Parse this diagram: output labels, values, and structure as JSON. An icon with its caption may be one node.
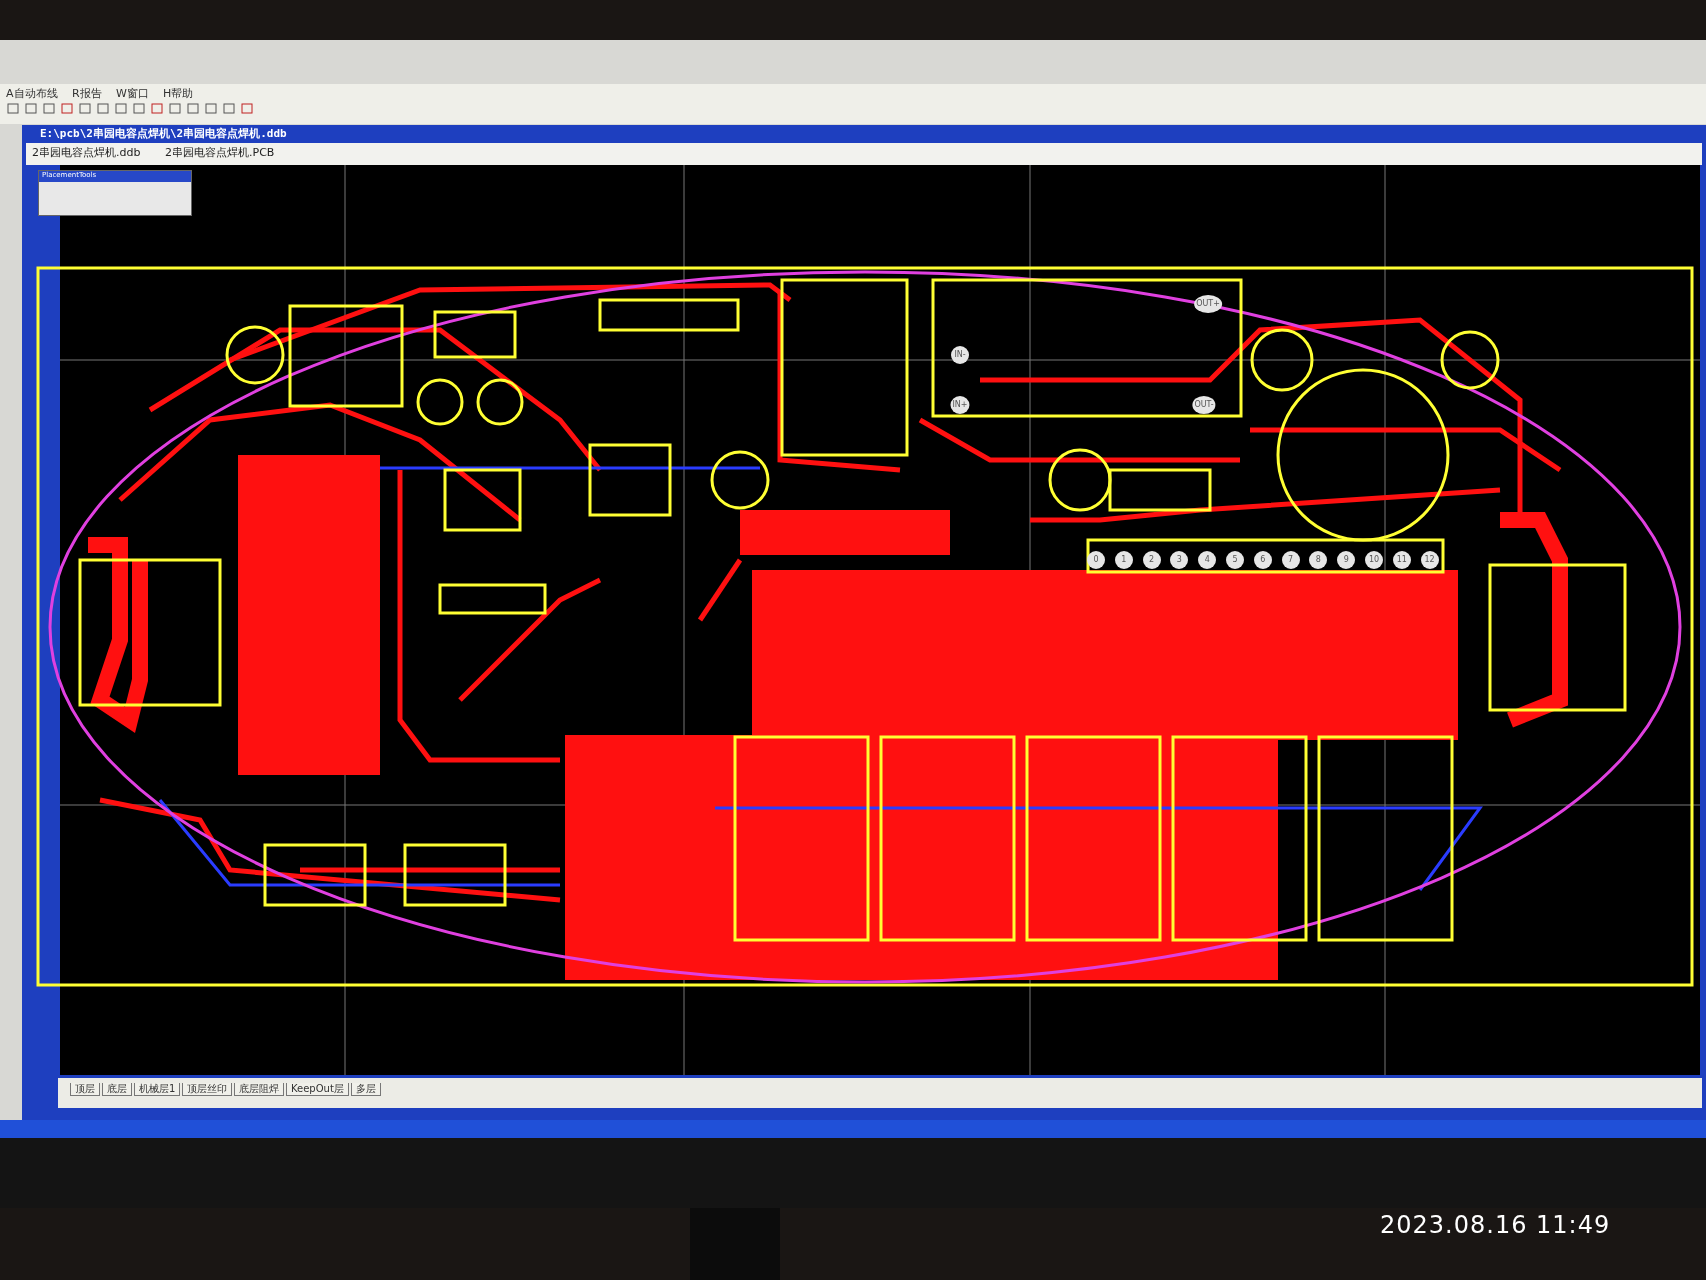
{
  "diagram": {
    "labels": [
      "A自动布线",
      "R报告",
      "W窗口",
      "H帮助",
      "E:\\pcb\\2串园电容点焊机\\2串园电容点焊机.ddb",
      "2串园电容点焊机.ddb",
      "2串园电容点焊机.PCB",
      "PlacementTools",
      "OUT+",
      "IN-",
      "IN+",
      "OUT-",
      "0",
      "1",
      "2",
      "3",
      "4",
      "5",
      "6",
      "7",
      "8",
      "9",
      "10",
      "11",
      "12",
      "顶层",
      "底层",
      "机械层1",
      "顶层丝印",
      "底层阻焊",
      "KeepOut层",
      "多层",
      "2023.08.16 11:49"
    ]
  }
}
